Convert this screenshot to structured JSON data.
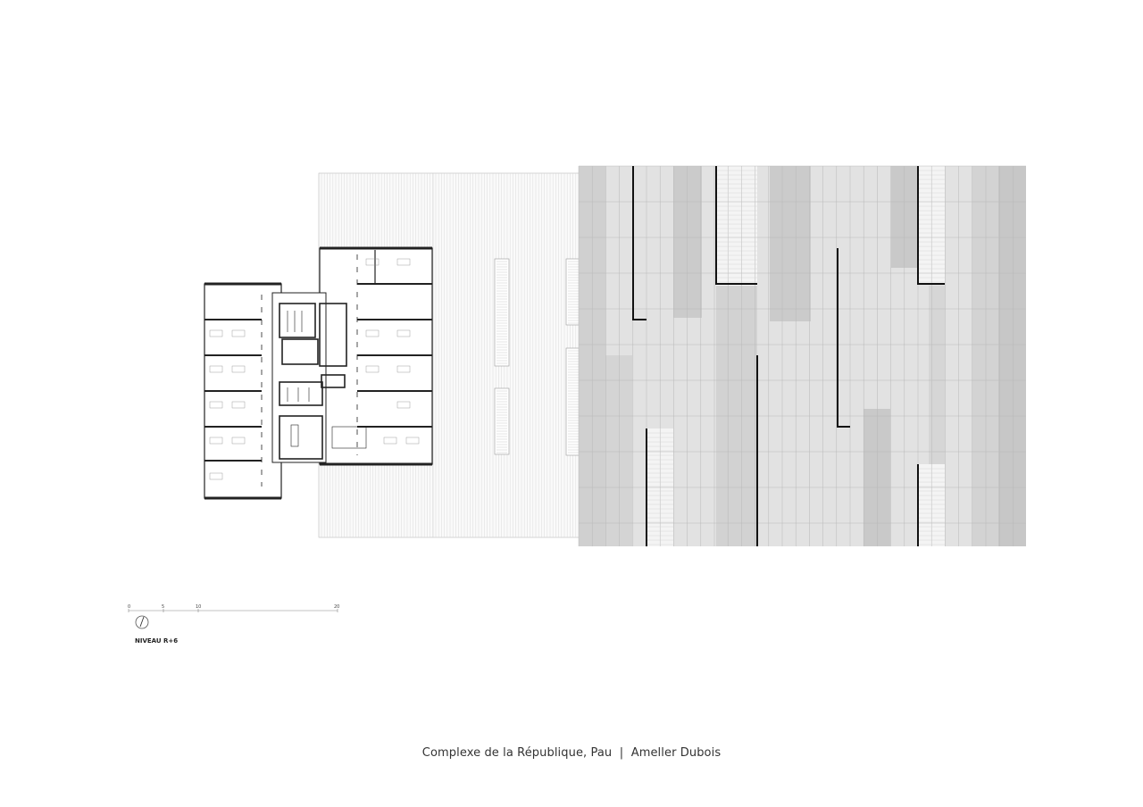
{
  "plan": {
    "level_label": "NIVEAU R+6",
    "scale_bar": {
      "ticks": [
        "0",
        "5",
        "10",
        "20"
      ]
    }
  },
  "caption": {
    "project": "Complexe de la République, Pau",
    "separator": "|",
    "architect": "Ameller Dubois"
  }
}
